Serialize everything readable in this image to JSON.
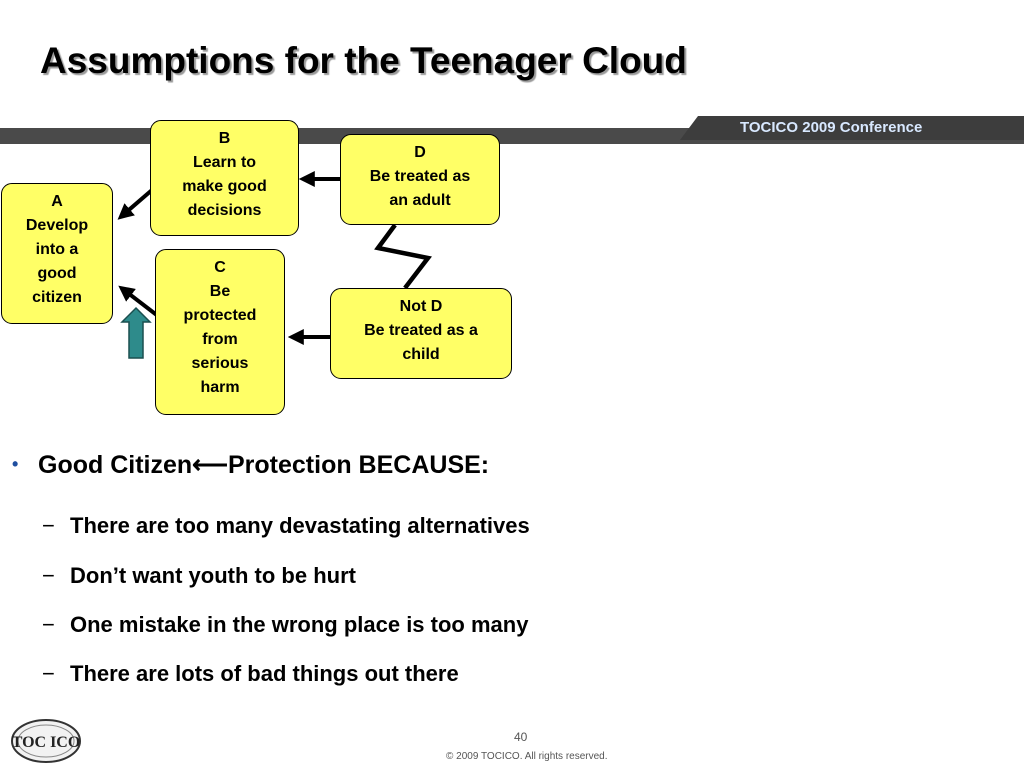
{
  "slide": {
    "title": "Assumptions for the Teenager Cloud",
    "conference": "TOCICO 2009 Conference",
    "page_number": "40",
    "copyright": "© 2009 TOCICO. All rights reserved.",
    "logo_text": "TOC ICO"
  },
  "diagram": {
    "box_a": {
      "letter": "A",
      "lines": [
        "Develop",
        "into a",
        "good",
        "citizen"
      ]
    },
    "box_b": {
      "letter": "B",
      "lines": [
        "Learn to",
        "make good",
        "decisions"
      ]
    },
    "box_c": {
      "letter": "C",
      "lines": [
        "Be",
        "protected",
        "from",
        "serious",
        "harm"
      ]
    },
    "box_d": {
      "letter": "D",
      "lines": [
        "Be treated as",
        "an adult"
      ]
    },
    "box_notd": {
      "letter": "Not D",
      "lines": [
        "Be treated as a",
        "child"
      ]
    }
  },
  "bullets": {
    "main": "Good Citizen⟵Protection BECAUSE:",
    "sub": [
      "There are too many devastating alternatives",
      "Don’t want youth to be hurt",
      "One mistake in the wrong place is too many",
      "There are lots of bad things out there"
    ]
  },
  "colors": {
    "box_fill": "#ffff66",
    "bullet": "#1f4fa0",
    "injection_arrow": "#2e8b8b",
    "bar": "#4a4a4a"
  }
}
